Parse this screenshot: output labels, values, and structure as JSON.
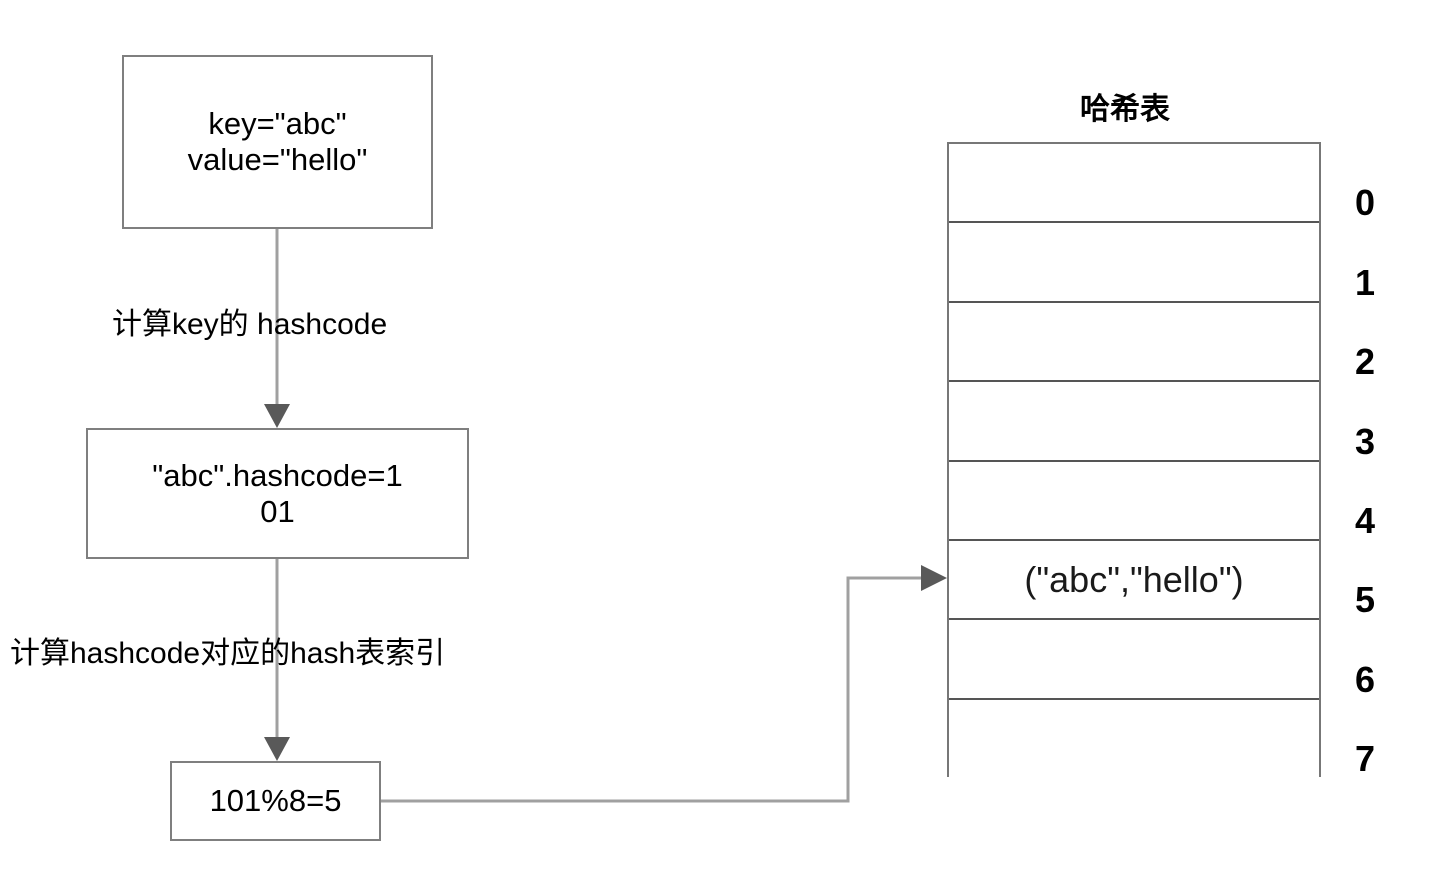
{
  "diagram": {
    "title_right": "哈希表",
    "flow": {
      "input_box": {
        "line1": "key=\"abc\"",
        "line2": "value=\"hello\""
      },
      "hashcode_box": {
        "line1": "\"abc\".hashcode=1",
        "line2": "01"
      },
      "modulo_box": {
        "text": "101%8=5"
      },
      "edge_label_1": "计算key的 hashcode",
      "edge_label_2": "计算hashcode对应的hash表索引"
    },
    "hash_table": {
      "title": "哈希表",
      "size": 8,
      "indices": [
        "0",
        "1",
        "2",
        "3",
        "4",
        "5",
        "6",
        "7"
      ],
      "cells": [
        "",
        "",
        "",
        "",
        "",
        "(\"abc\",\"hello\")",
        "",
        ""
      ]
    },
    "colors": {
      "box_border": "#7f7f7f",
      "table_border": "#777777",
      "cell_divider": "#555555",
      "connector_line": "#a0a0a0",
      "arrow_head": "#595959",
      "text": "#000000",
      "background": "#ffffff"
    }
  }
}
